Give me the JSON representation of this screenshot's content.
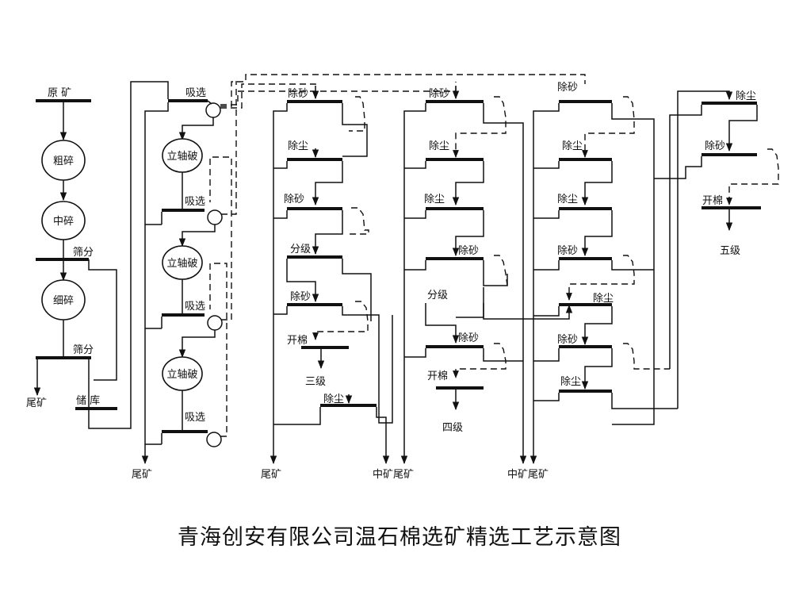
{
  "title": "青海创安有限公司温石棉选矿精选工艺示意图",
  "col1": {
    "raw_ore": "原 矿",
    "coarse": "粗碎",
    "medium": "中碎",
    "screen1": "筛分",
    "fine": "细碎",
    "screen2": "筛分",
    "tailing": "尾矿",
    "storage": "储  库"
  },
  "col2": {
    "suction1": "吸选",
    "crusher1": "立轴破",
    "suction2": "吸选",
    "crusher2": "立轴破",
    "suction3": "吸选",
    "crusher3": "立轴破",
    "suction4": "吸选",
    "tailing": "尾矿"
  },
  "col3": {
    "desand1": "除砂",
    "dedust1": "除尘",
    "desand2": "除砂",
    "classify": "分级",
    "desand3": "除砂",
    "opener": "开棉",
    "grade": "三级",
    "dedust2": "除尘",
    "tailing": "尾矿",
    "middling": "中矿",
    "tailing2": "尾矿"
  },
  "col4": {
    "desand1": "除砂",
    "dedust1": "除尘",
    "dedust2": "除尘",
    "desand2": "除砂",
    "classify": "分级",
    "desand3": "除砂",
    "opener": "开棉",
    "grade": "四级"
  },
  "col5": {
    "desand1": "除砂",
    "dedust1": "除尘",
    "dedust2": "除尘",
    "desand2": "除砂",
    "dedust3": "除尘",
    "desand3": "除砂",
    "dedust4": "除尘",
    "middling": "中矿",
    "tailing": "尾矿"
  },
  "col6": {
    "dedust": "除尘",
    "desand": "除砂",
    "opener": "开棉",
    "grade": "五级"
  }
}
